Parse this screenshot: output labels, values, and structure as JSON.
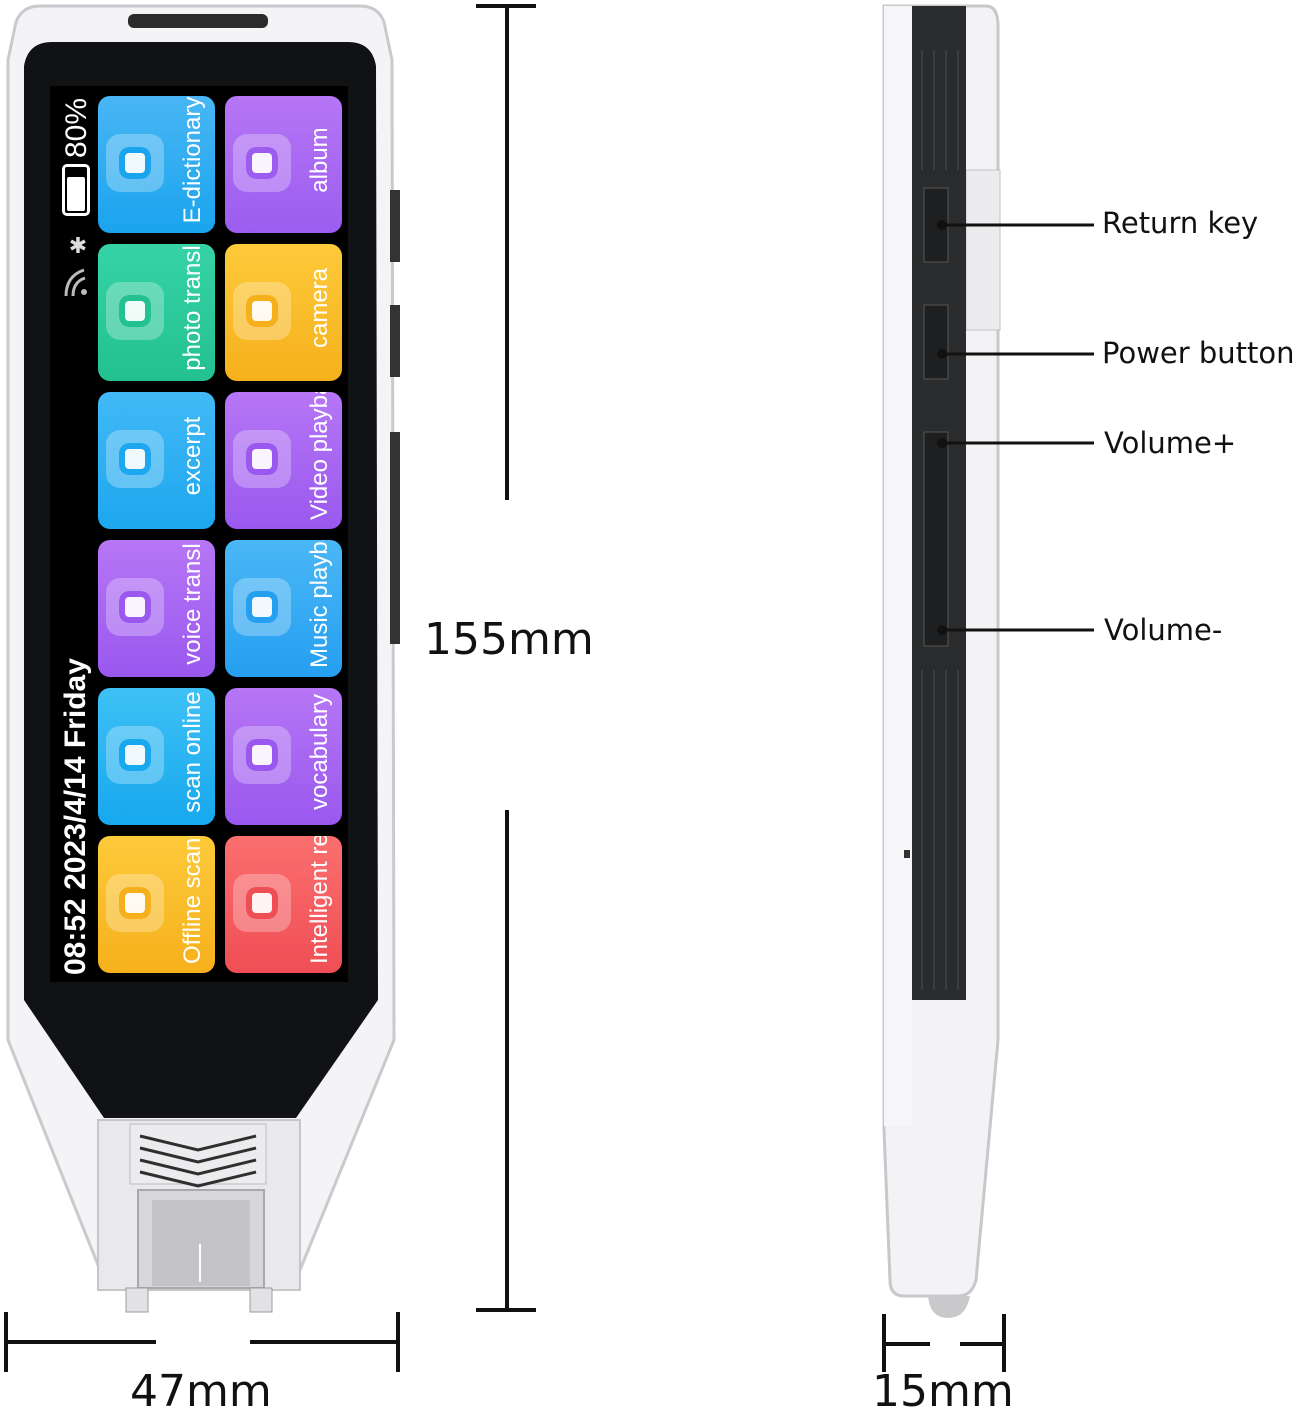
{
  "status": {
    "battery_percent": "80%",
    "date_time": "08:52  2023/4/14 Friday"
  },
  "apps": [
    {
      "label": "E-dictionary",
      "color_top": "#49b6f4",
      "color_bottom": "#1aa4ee",
      "icon": "dictionary-icon"
    },
    {
      "label": "album",
      "color_top": "#b676f5",
      "color_bottom": "#9c5cf0",
      "icon": "album-icon"
    },
    {
      "label": "photo transl",
      "color_top": "#36d3a6",
      "color_bottom": "#23c18f",
      "icon": "photo-translate-icon"
    },
    {
      "label": "camera",
      "color_top": "#fdca3a",
      "color_bottom": "#f6b01c",
      "icon": "camera-icon"
    },
    {
      "label": "excerpt",
      "color_top": "#42b9f6",
      "color_bottom": "#1da7ee",
      "icon": "excerpt-icon"
    },
    {
      "label": "Video playback",
      "color_top": "#b676f5",
      "color_bottom": "#9a58ef",
      "icon": "video-icon"
    },
    {
      "label": "voice transl",
      "color_top": "#b676f5",
      "color_bottom": "#9a58ef",
      "icon": "voice-translate-icon"
    },
    {
      "label": "Music playback",
      "color_top": "#4ab7f6",
      "color_bottom": "#259ff0",
      "icon": "music-icon"
    },
    {
      "label": "scan online",
      "color_top": "#3ec1f5",
      "color_bottom": "#17a8ee",
      "icon": "scan-online-icon"
    },
    {
      "label": "vocabulary",
      "color_top": "#b676f5",
      "color_bottom": "#9a58ef",
      "icon": "vocabulary-icon"
    },
    {
      "label": "Offline scann",
      "color_top": "#fdca3a",
      "color_bottom": "#f6b01c",
      "icon": "offline-scan-icon"
    },
    {
      "label": "Intelligent rec",
      "color_top": "#fb6f6f",
      "color_bottom": "#ef4e55",
      "icon": "intelligent-recording-icon"
    }
  ],
  "dimensions": {
    "height": "155mm",
    "width": "47mm",
    "depth": "15mm"
  },
  "side_labels": {
    "return_key": "Return key",
    "power_button": "Power button",
    "volume_up": "Volume+",
    "volume_down": "Volume-"
  }
}
